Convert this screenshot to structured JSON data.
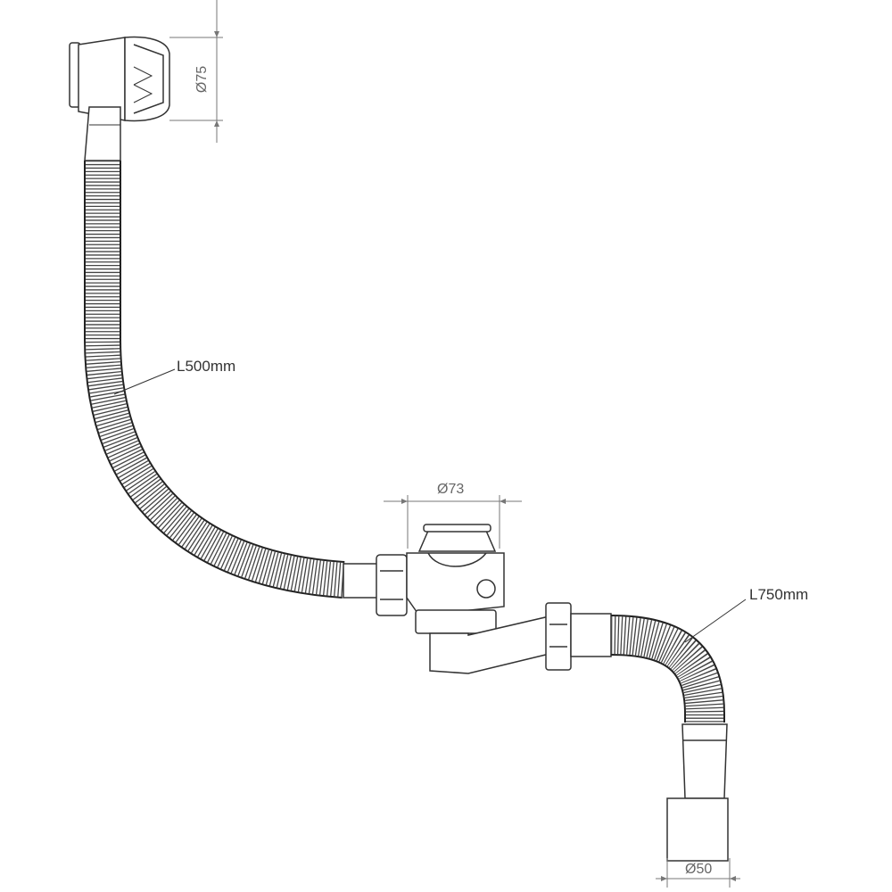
{
  "labels": {
    "overflow_diameter": "Ø75",
    "hose1_length": "L500mm",
    "drain_diameter": "Ø73",
    "hose2_length": "L750mm",
    "outlet_diameter": "Ø50"
  }
}
